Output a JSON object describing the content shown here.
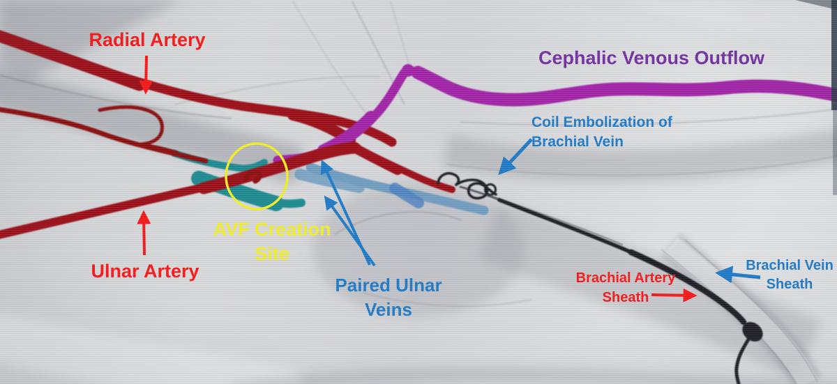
{
  "colors": {
    "label_red": "#f51717",
    "label_blue": "#1e7ac6",
    "label_purple": "#7030a0",
    "label_yellow": "#f2ee28",
    "artery_red": "#9b1113",
    "artery_red_dark": "#8a0e10",
    "vein_purple": "#a124a6",
    "vein_teal": "#1a8a90",
    "vein_steel": "#6f9cc0",
    "vein_steel_bright": "#4a7ec0",
    "device_black": "#1d1e24",
    "annotation_yellow": "#f2ee28"
  },
  "labels": {
    "radial_artery": "Radial Artery",
    "cephalic_venous_outflow": "Cephalic Venous Outflow",
    "coil_embolization_line1": "Coil Embolization of",
    "coil_embolization_line2": "Brachial Vein",
    "avf_site_line1": "AVF Creation",
    "avf_site_line2": "Site",
    "ulnar_artery": "Ulnar Artery",
    "paired_ulnar_veins_line1": "Paired Ulnar",
    "paired_ulnar_veins_line2": "Veins",
    "brachial_artery_sheath_line1": "Brachial Artery",
    "brachial_artery_sheath_line2": "Sheath",
    "brachial_vein_sheath_line1": "Brachial Vein",
    "brachial_vein_sheath_line2": "Sheath"
  }
}
